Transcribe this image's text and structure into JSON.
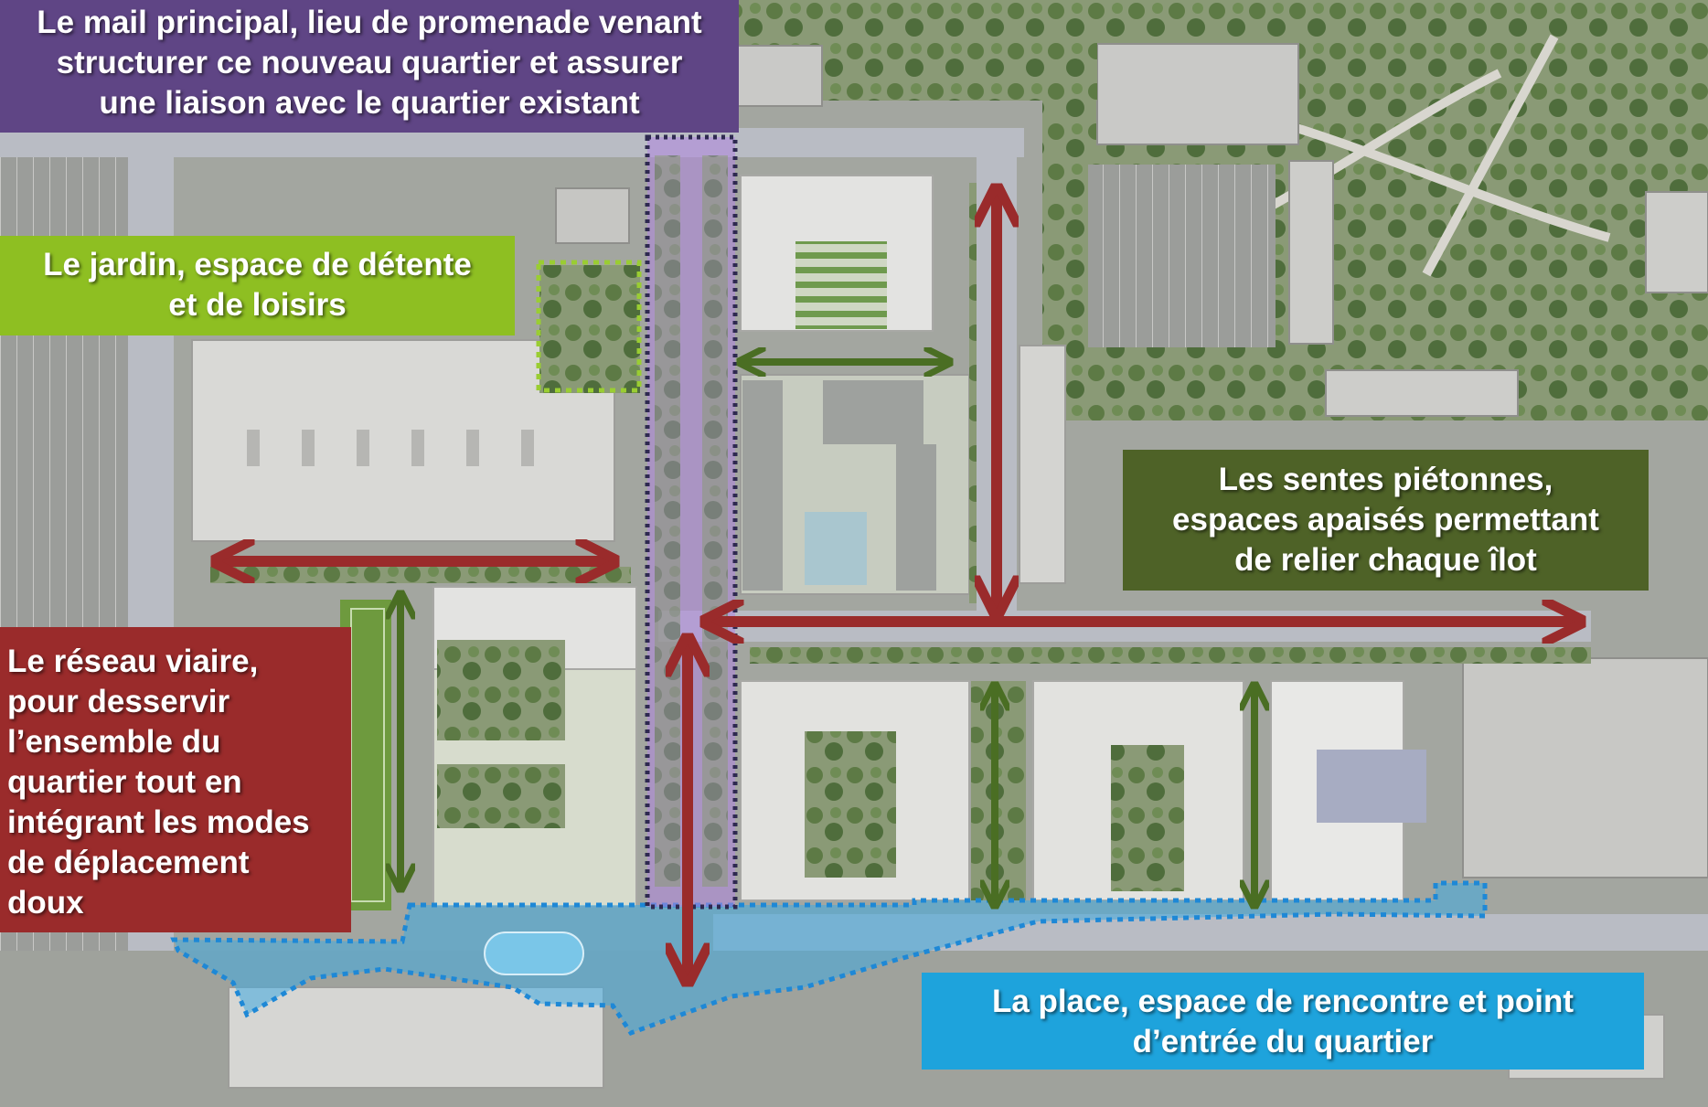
{
  "labels": {
    "mail": {
      "lines": [
        "Le mail principal, lieu de promenade venant",
        "structurer ce nouveau quartier et assurer",
        "une liaison avec le quartier existant"
      ],
      "bg": "#5f4585"
    },
    "jardin": {
      "lines": [
        "Le jardin, espace de détente",
        "et de loisirs"
      ],
      "bg": "#8ebf22"
    },
    "sentes": {
      "lines": [
        "Les sentes piétonnes,",
        "espaces apaisés permettant",
        "de relier chaque îlot"
      ],
      "bg": "#4e6227"
    },
    "reseau": {
      "lines": [
        "Le réseau viaire,",
        "pour desservir",
        "l’ensemble du",
        "quartier tout en",
        "intégrant les modes",
        "de déplacement",
        "doux"
      ],
      "bg": "#9a2b2b"
    },
    "place": {
      "lines": [
        "La place, espace de rencontre et point",
        "d’entrée du quartier"
      ],
      "bg": "#1ea3dc"
    }
  },
  "colors": {
    "road_arrow": "#9a2b2b",
    "path_arrow": "#4a6e23",
    "mail_overlay": "#b085e0",
    "mail_border": "#2e2950",
    "place_overlay": "#3fa9e0",
    "place_border": "#1e88d6",
    "jardin_border": "#9acd32"
  }
}
